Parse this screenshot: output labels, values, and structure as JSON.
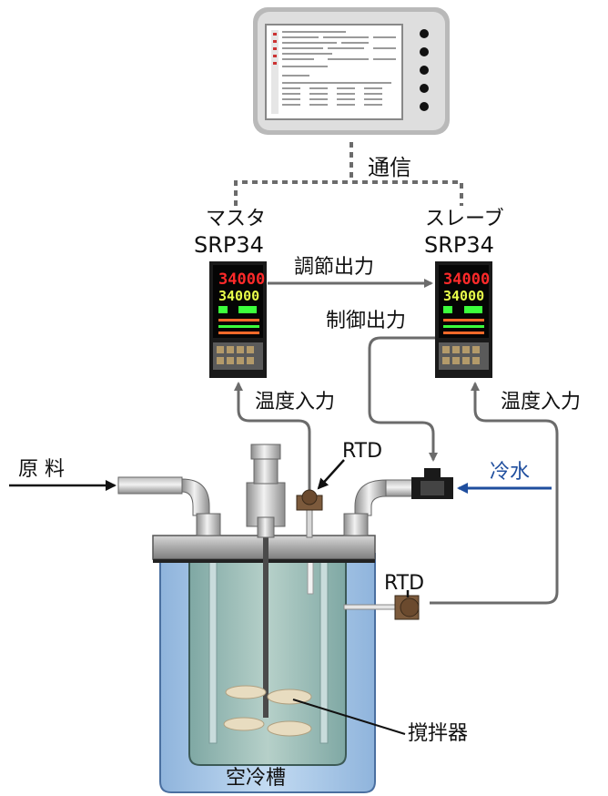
{
  "labels": {
    "communication": "通信",
    "master_role": "マスタ",
    "master_model": "SRP34",
    "slave_role": "スレーブ",
    "slave_model": "SRP34",
    "regulation_output": "調節出力",
    "control_output": "制御出力",
    "temp_input_master": "温度入力",
    "temp_input_slave": "温度入力",
    "raw_material": "原 料",
    "cooling_water": "冷水",
    "rtd_top": "RTD",
    "rtd_side": "RTD",
    "agitator": "撹拌器",
    "air_cooling_tank": "空冷槽"
  },
  "controllers": {
    "master_display": {
      "pv": "34000",
      "sv": "34000"
    },
    "slave_display": {
      "pv": "34000",
      "sv": "34000"
    }
  },
  "colors": {
    "arrow_black": "#111111",
    "arrow_gray": "#6b6b6b",
    "water_arrow": "#1f4e9e",
    "tank_outer": "#a8c8e8",
    "tank_inner": "#9fc1c1",
    "screen_frame": "#c9c9c9"
  }
}
